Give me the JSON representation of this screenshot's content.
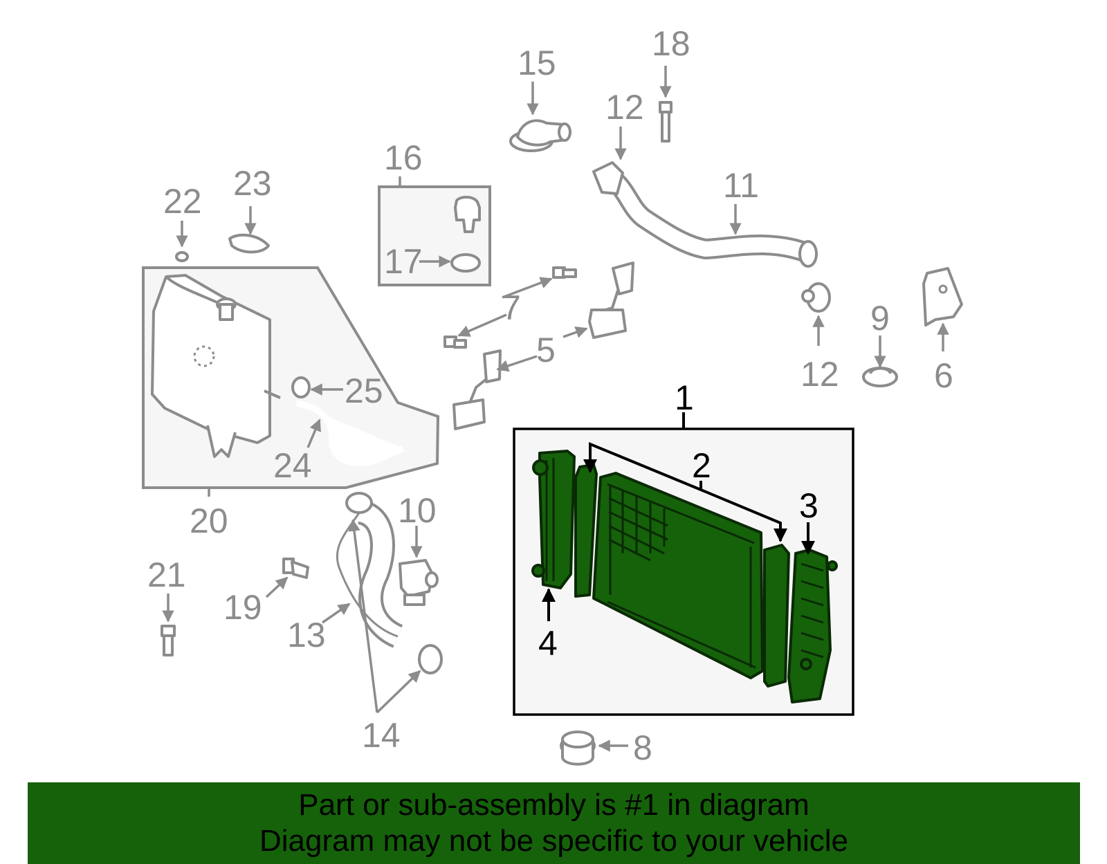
{
  "callouts": {
    "c1": "1",
    "c2": "2",
    "c3": "3",
    "c4": "4",
    "c5": "5",
    "c6": "6",
    "c7": "7",
    "c8": "8",
    "c9": "9",
    "c10": "10",
    "c11": "11",
    "c12a": "12",
    "c12b": "12",
    "c13": "13",
    "c14": "14",
    "c15": "15",
    "c16": "16",
    "c17": "17",
    "c18": "18",
    "c19": "19",
    "c20": "20",
    "c21": "21",
    "c22": "22",
    "c23": "23",
    "c24": "24",
    "c25": "25"
  },
  "banner": {
    "line1": "Part or sub-assembly is #1 in diagram",
    "line2": "Diagram may not be specific to your vehicle"
  },
  "colors": {
    "highlight": "#15620a",
    "line_gray": "#8c8c8c",
    "background": "#ffffff"
  }
}
